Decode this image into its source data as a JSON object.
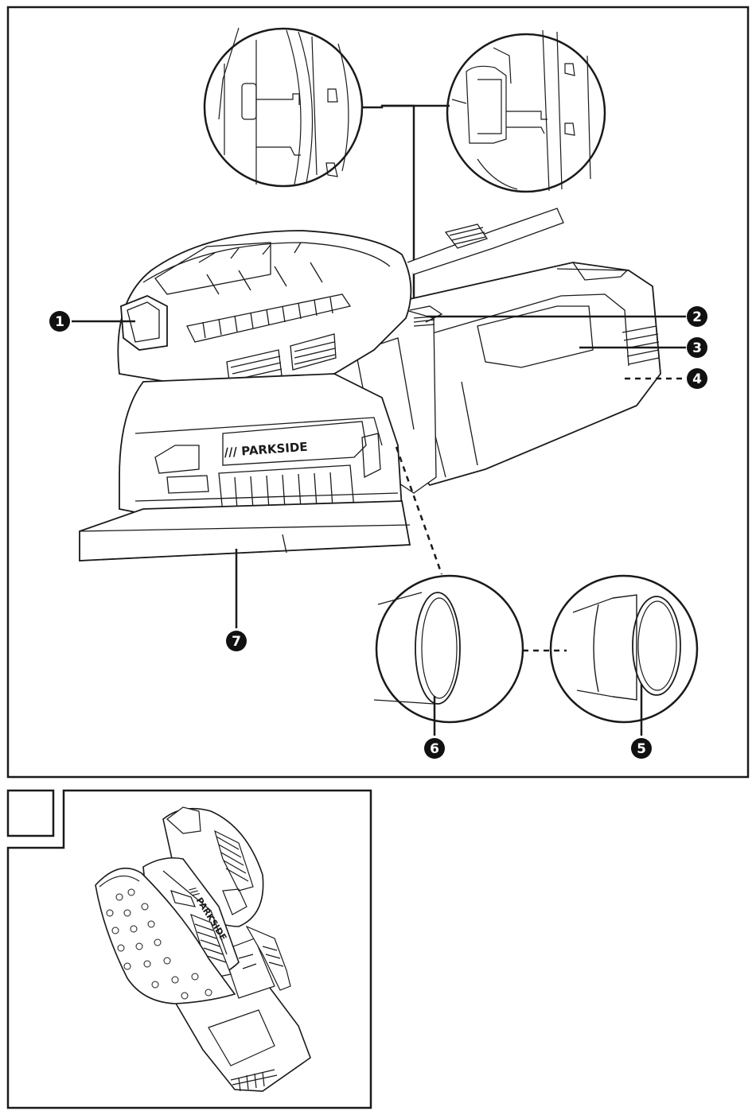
{
  "figure_a": {
    "brand_text": "/// PARKSIDE",
    "callouts": [
      {
        "id": 1,
        "label": "1"
      },
      {
        "id": 2,
        "label": "2"
      },
      {
        "id": 3,
        "label": "3"
      },
      {
        "id": 4,
        "label": "4"
      },
      {
        "id": 5,
        "label": "5"
      },
      {
        "id": 6,
        "label": "6"
      },
      {
        "id": 7,
        "label": "7"
      }
    ]
  },
  "figure_b": {
    "brand_text": "/// PARKSIDE",
    "figure_tab_label": ""
  },
  "colors": {
    "line": "#1a1a1a",
    "fill": "#ffffff",
    "callout": "#111111"
  }
}
